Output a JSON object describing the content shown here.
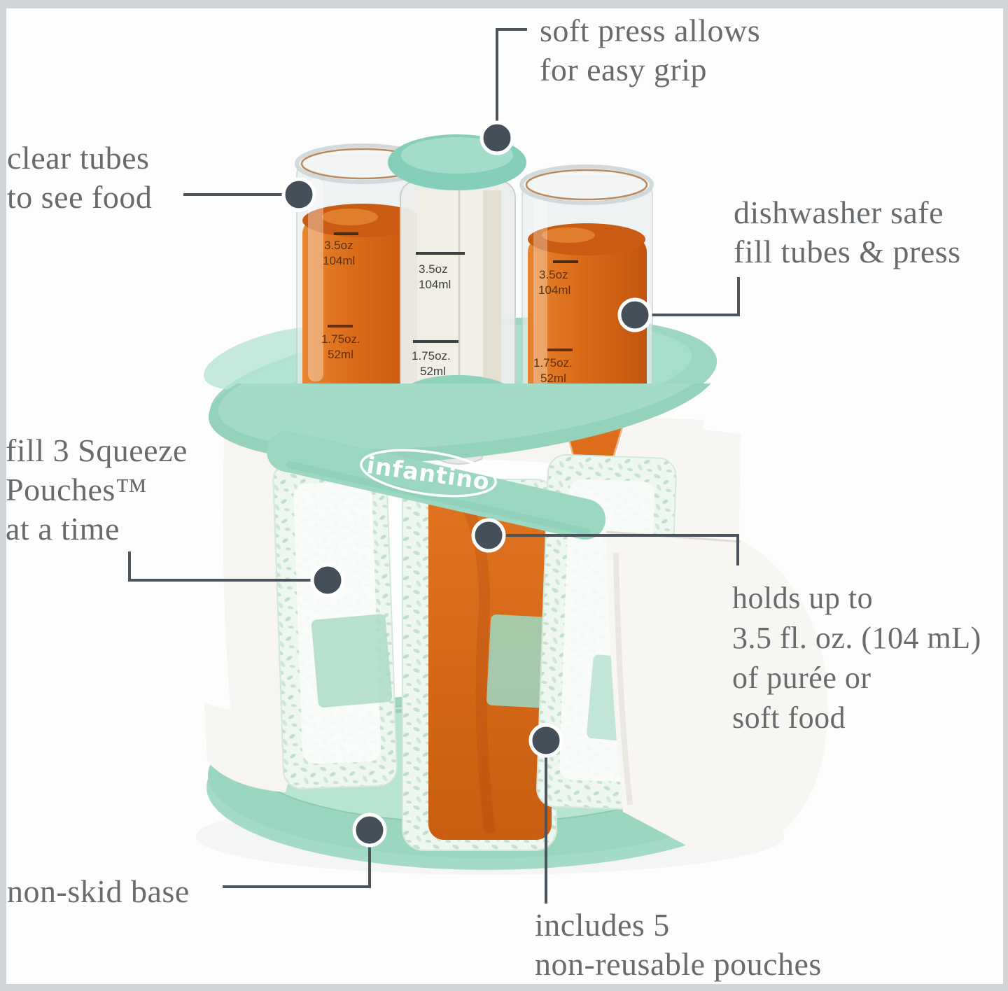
{
  "annotations": {
    "soft_press": {
      "lines": [
        "soft press allows",
        "for easy grip"
      ]
    },
    "clear_tubes": {
      "lines": [
        "clear tubes",
        "to see food"
      ]
    },
    "dishwasher": {
      "lines": [
        "dishwasher safe",
        "fill tubes & press"
      ]
    },
    "fill_pouches": {
      "lines": [
        "fill 3 Squeeze",
        "Pouches™",
        "at a time"
      ]
    },
    "holds": {
      "lines": [
        "holds up to",
        "3.5 fl. oz. (104 mL)",
        "of purée or",
        "soft food"
      ]
    },
    "non_skid": {
      "lines": [
        "non-skid base"
      ]
    },
    "includes": {
      "lines": [
        "includes 5",
        "non-reusable pouches"
      ]
    }
  },
  "product": {
    "brand": "infantino",
    "tube_markings": {
      "upper_oz": "3.5oz",
      "upper_ml": "104ml",
      "lower_oz": "1.75oz.",
      "lower_ml": "52ml"
    }
  },
  "colors": {
    "frame_background": "#d2d5d7",
    "panel_background": "#fdfdfd",
    "mint": "#9cd7c2",
    "mint_light": "#b7e5d2",
    "puree_orange": "#d96a18",
    "callout_dot": "#454f59",
    "annotation_text": "#686b6e"
  }
}
